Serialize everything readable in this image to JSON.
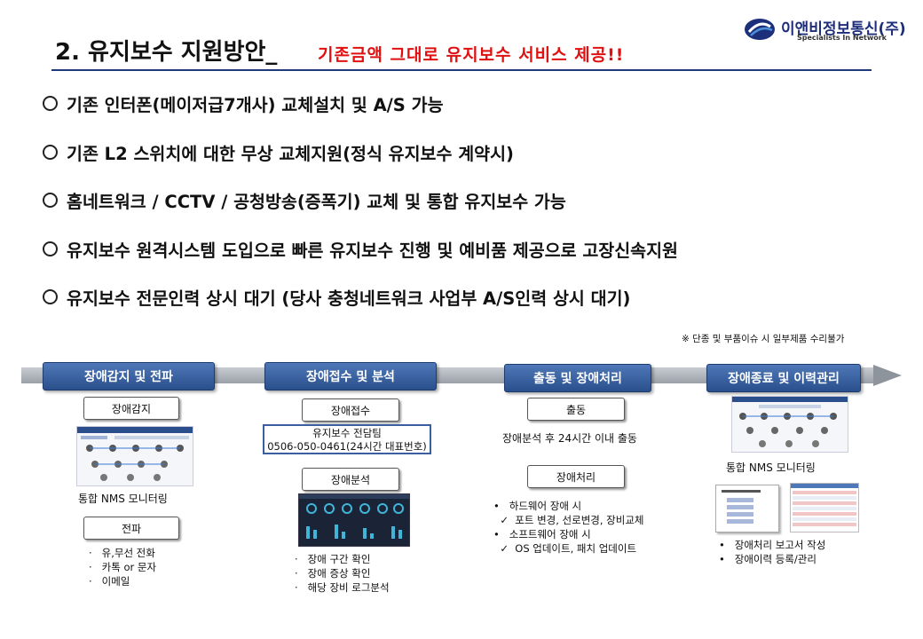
{
  "header": {
    "title": "2. 유지보수 지원방안_",
    "subtitle": "기존금액 그대로 유지보수 서비스 제공!!",
    "logo": {
      "name": "이앤비정보통신(주)",
      "tagline": "Specialists In Network",
      "colors": {
        "navy": "#1d2e7a",
        "accent": "#4a90d9"
      }
    }
  },
  "bullets": [
    "기존 인터폰(메이저급7개사)  교체설치 및 A/S 가능",
    "기존 L2 스위치에 대한 무상 교체지원(정식 유지보수 계약시)",
    "홈네트워크 / CCTV / 공청방송(증폭기) 교체 및 통합 유지보수 가능",
    "유지보수 원격시스템 도입으로 빠른 유지보수 진행 및 예비품 제공으로 고장신속지원",
    "유지보수 전문인력 상시 대기 (당사 충청네트워크 사업부 A/S인력 상시 대기)"
  ],
  "note": "※ 단종 및 부품이슈 시 일부제품 수리불가",
  "stages": [
    {
      "label": "장애감지 및 전파",
      "step1": "장애감지",
      "step1_caption": "통합 NMS 모니터링",
      "step2": "전파",
      "items": [
        "유,무선 전화",
        "카톡 or 문자",
        "이메일"
      ]
    },
    {
      "label": "장애접수 및 분석",
      "step1": "장애접수",
      "contact_line1": "유지보수 전담팀",
      "contact_line2": "0506-050-0461(24시간 대표번호)",
      "step2": "장애분석",
      "items": [
        "장애 구간 확인",
        "장애 증상 확인",
        "해당 장비 로그분석"
      ]
    },
    {
      "label": "출동 및 장애처리",
      "step1": "출동",
      "step1_caption": "장애분석 후 24시간 이내 출동",
      "step2": "장애처리",
      "hw": "하드웨어 장애 시",
      "hw_detail": "포트 변경, 선로변경, 장비교체",
      "sw": "소프트웨어 장애 시",
      "sw_detail": "OS 업데이트, 패치 업데이트"
    },
    {
      "label": "장애종료 및 이력관리",
      "caption": "통합 NMS 모니터링",
      "items": [
        "장애처리 보고서 작성",
        "장애이력 등록/관리"
      ]
    }
  ],
  "icons": {
    "bullet": "hollow-circle-icon",
    "check": "checkmark-icon",
    "dot": "bullet-dot-icon"
  },
  "colors": {
    "stage_blue": "#2a4f8c",
    "title_rule": "#1f3b7a",
    "subtitle_red": "#e01010"
  }
}
